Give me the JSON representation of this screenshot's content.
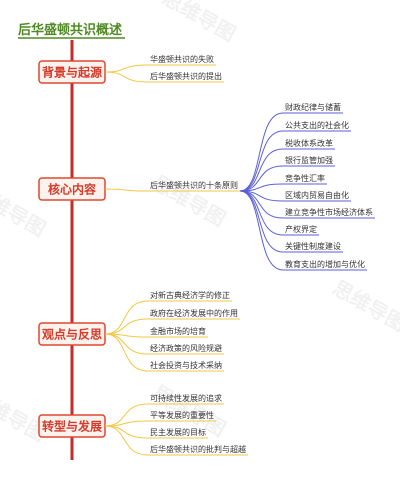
{
  "title": "后华盛顿共识概述",
  "watermark": "思维导图",
  "colors": {
    "spine": "#c42b2b",
    "box_border": "#e0472e",
    "box_fill": "#fdf3ee",
    "box_text": "#d63a2a",
    "title": "#4f8a24",
    "leaf_line_warm": "#f2c744",
    "leaf_line_cool": "#5b5fd8",
    "leaf_text": "#333333"
  },
  "branches": [
    {
      "label": "背景与起源",
      "children": [
        "华盛顿共识的失败",
        "后华盛顿共识的提出"
      ]
    },
    {
      "label": "核心内容",
      "children": [
        "后华盛顿共识的十条原则"
      ],
      "sub_children": [
        "财政纪律与储蓄",
        "公共支出的社会化",
        "税收体系改革",
        "银行监管加强",
        "竞争性汇率",
        "区域内贸易自由化",
        "建立竞争性市场经济体系",
        "产权界定",
        "关键性制度建设",
        "教育支出的增加与优化"
      ]
    },
    {
      "label": "观点与反思",
      "children": [
        "对新古典经济学的修正",
        "政府在经济发展中的作用",
        "金融市场的培育",
        "经济政策的风险规避",
        "社会投资与技术采纳"
      ]
    },
    {
      "label": "转型与发展",
      "children": [
        "可持续性发展的追求",
        "平等发展的重要性",
        "民主发展的目标",
        "后华盛顿共识的批判与超越"
      ]
    }
  ]
}
